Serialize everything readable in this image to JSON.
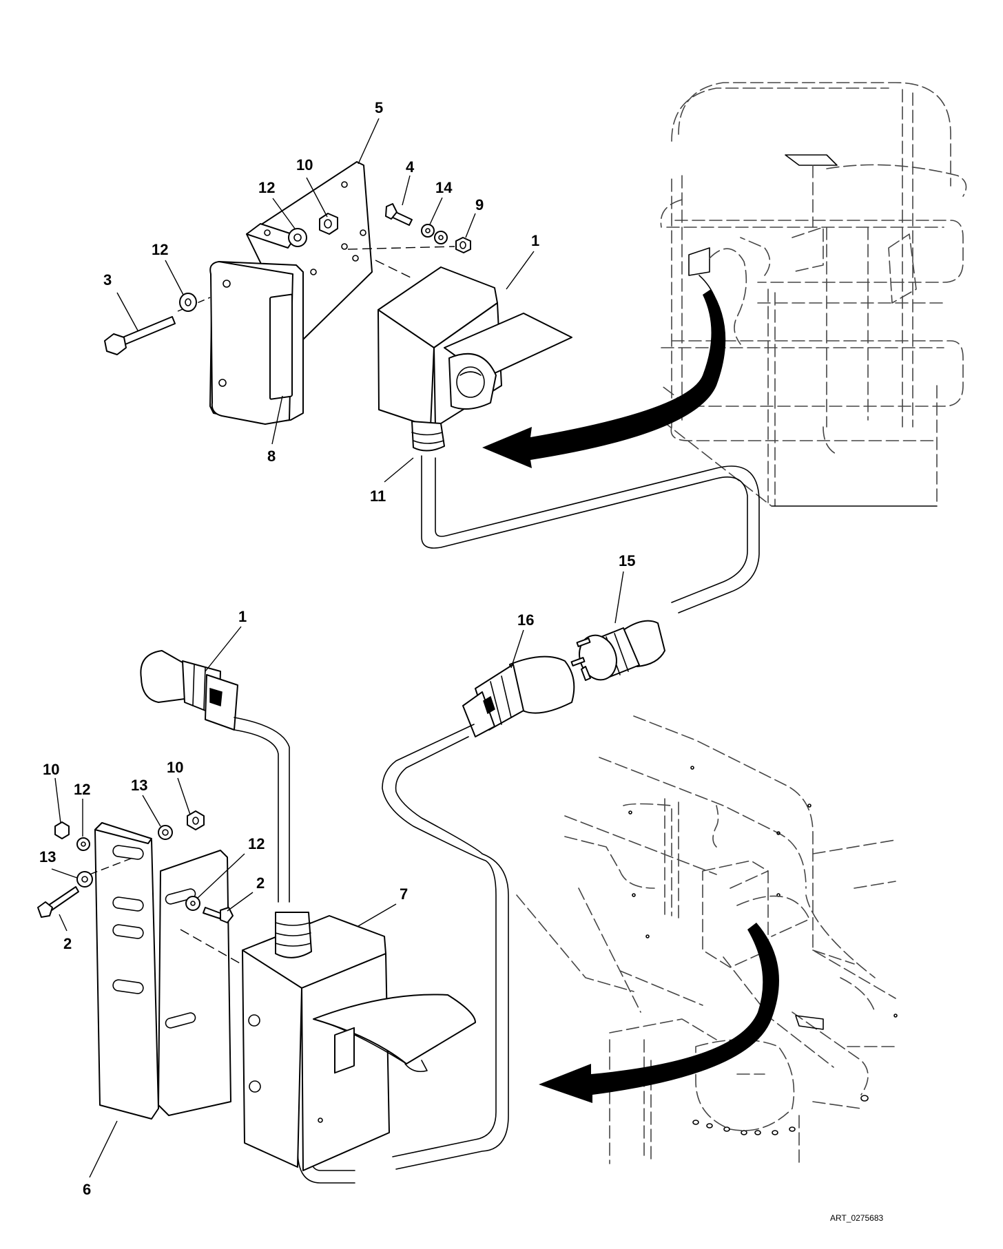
{
  "diagram": {
    "art_id": "ART_0275683",
    "callouts": {
      "c5": "5",
      "c10a": "10",
      "c4": "4",
      "c12a": "12",
      "c14": "14",
      "c9": "9",
      "c1a": "1",
      "c12b": "12",
      "c3": "3",
      "c8": "8",
      "c11": "11",
      "c15": "15",
      "c16": "16",
      "c1b": "1",
      "c10b": "10",
      "c12c": "12",
      "c13a": "13",
      "c10c": "10",
      "c13b": "13",
      "c12d": "12",
      "c2a": "2",
      "c2b": "2",
      "c7": "7",
      "c6": "6"
    }
  }
}
